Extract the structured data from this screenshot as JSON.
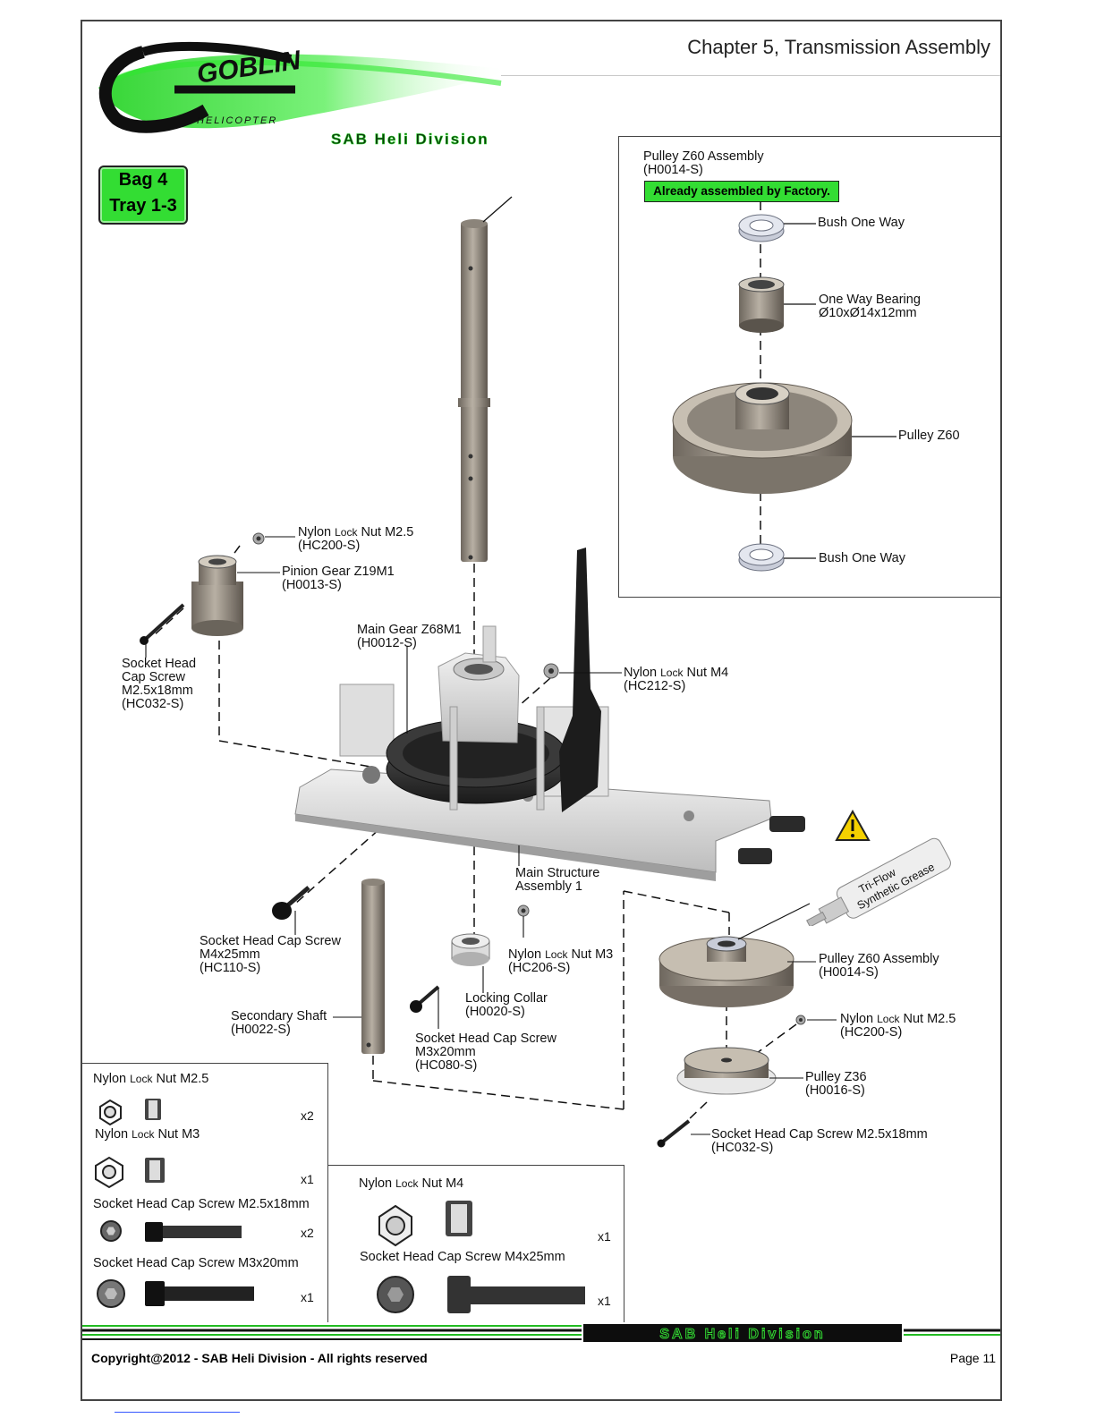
{
  "header": {
    "chapter_title": "Chapter 5,  Transmission Assembly"
  },
  "logo": {
    "brand": "GOBLIN",
    "sub": "HELICOPTER",
    "division": "SAB Heli Division"
  },
  "badge": {
    "line1": "Bag 4",
    "line2": "Tray 1-3"
  },
  "inset": {
    "title": "Pulley Z60 Assembly",
    "code": "(H0014-S)",
    "note": "Already assembled by Factory.",
    "bush_top": "Bush One Way",
    "bearing_name": "One Way Bearing",
    "bearing_size": "Ø10xØ14x12mm",
    "pulley": "Pulley Z60",
    "bush_bottom": "Bush One Way"
  },
  "callouts": {
    "nut_m25": {
      "pre": "Nylon ",
      "lock": "Lock",
      "post": " Nut M2.5",
      "code": "(HC200-S)"
    },
    "pinion": {
      "name": "Pinion Gear Z19M1",
      "code": "(H0013-S)"
    },
    "screw_m25": {
      "l1": "Socket  Head",
      "l2": "Cap Screw",
      "l3": "M2.5x18mm",
      "code": "(HC032-S)"
    },
    "main_gear": {
      "name": "Main Gear Z68M1",
      "code": "(H0012-S)"
    },
    "nut_m4": {
      "pre": "Nylon ",
      "lock": "Lock",
      "post": " Nut  M4",
      "code": "(HC212-S)"
    },
    "main_structure": {
      "l1": "Main Structure",
      "l2": "Assembly 1"
    },
    "screw_m4": {
      "l1": "Socket  Head  Cap Screw",
      "l2": "M4x25mm",
      "code": "(HC110-S)"
    },
    "nut_m3": {
      "pre": "Nylon ",
      "lock": "Lock",
      "post": " Nut M3",
      "code": "(HC206-S)"
    },
    "collar": {
      "name": "Locking Collar",
      "code": "(H0020-S)"
    },
    "secondary": {
      "name": "Secondary Shaft",
      "code": "(H0022-S)"
    },
    "screw_m3": {
      "l1": "Socket  Head  Cap Screw",
      "l2": "M3x20mm",
      "code": "(HC080-S)"
    },
    "pulley_asm": {
      "name": "Pulley Z60 Assembly",
      "code": "(H0014-S)"
    },
    "nut_m25b": {
      "pre": "Nylon ",
      "lock": "Lock",
      "post": " Nut M2.5",
      "code": "(HC200-S)"
    },
    "pulley_z36": {
      "name": "Pulley Z36",
      "code": "(H0016-S)"
    },
    "screw_m25b": {
      "name": "Socket  Head  Cap Screw  M2.5x18mm",
      "code": "(HC032-S)"
    },
    "grease": {
      "l1": "Tri-Flow",
      "l2": "Synthetic Grease"
    }
  },
  "parts_list": [
    {
      "pre": "Nylon ",
      "lock": "Lock",
      "post": " Nut M2.5",
      "qty": "x2"
    },
    {
      "pre": "Nylon ",
      "lock": "Lock",
      "post": " Nut  M3",
      "qty": "x1"
    },
    {
      "name": "Socket  Head  Cap Screw   M2.5x18mm",
      "qty": "x2"
    },
    {
      "name": "Socket  Head  Cap Screw  M3x20mm",
      "qty": "x1"
    },
    {
      "pre": "Nylon ",
      "lock": "Lock",
      "post": " Nut  M4",
      "qty": "x1"
    },
    {
      "name": "Socket  Head  Cap Screw   M4x25mm",
      "qty": "x1"
    }
  ],
  "footer": {
    "copyright": "Copyright@2012 - SAB Heli Division - All rights reserved",
    "page": "Page 11"
  },
  "colors": {
    "green": "#33dd33",
    "metal": "#a59d91",
    "frame": "#444444"
  }
}
